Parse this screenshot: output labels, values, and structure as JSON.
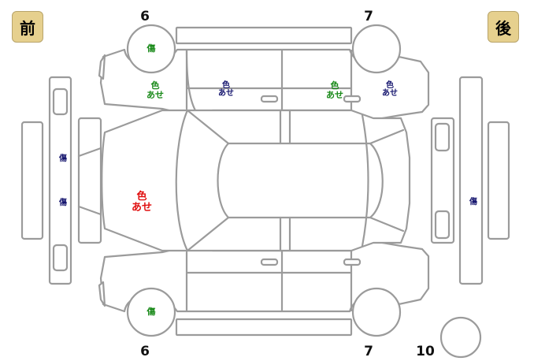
{
  "badges": {
    "front": "前",
    "rear": "後"
  },
  "numbers": {
    "tl": "6",
    "tr": "7",
    "bl": "6",
    "br": "7",
    "spare": "10"
  },
  "marks": {
    "wheel_fl": "傷",
    "wheel_rl": "傷",
    "fender_top_line1": "色",
    "fender_top_line2": "あせ",
    "front_door_top_line1": "色",
    "front_door_top_line2": "あせ",
    "rear_door_top_line1": "色",
    "rear_door_top_line2": "あせ",
    "quarter_top_line1": "色",
    "quarter_top_line2": "あせ",
    "front_bumper_upper": "傷",
    "front_bumper_lower": "傷",
    "hood_line1": "色",
    "hood_line2": "あせ",
    "rear_bumper": "傷"
  },
  "colors": {
    "badge": "#e6d08e",
    "outline": "#9b9b9b",
    "green": "#1a8a1a",
    "navy": "#15156e",
    "red": "#e01010"
  }
}
